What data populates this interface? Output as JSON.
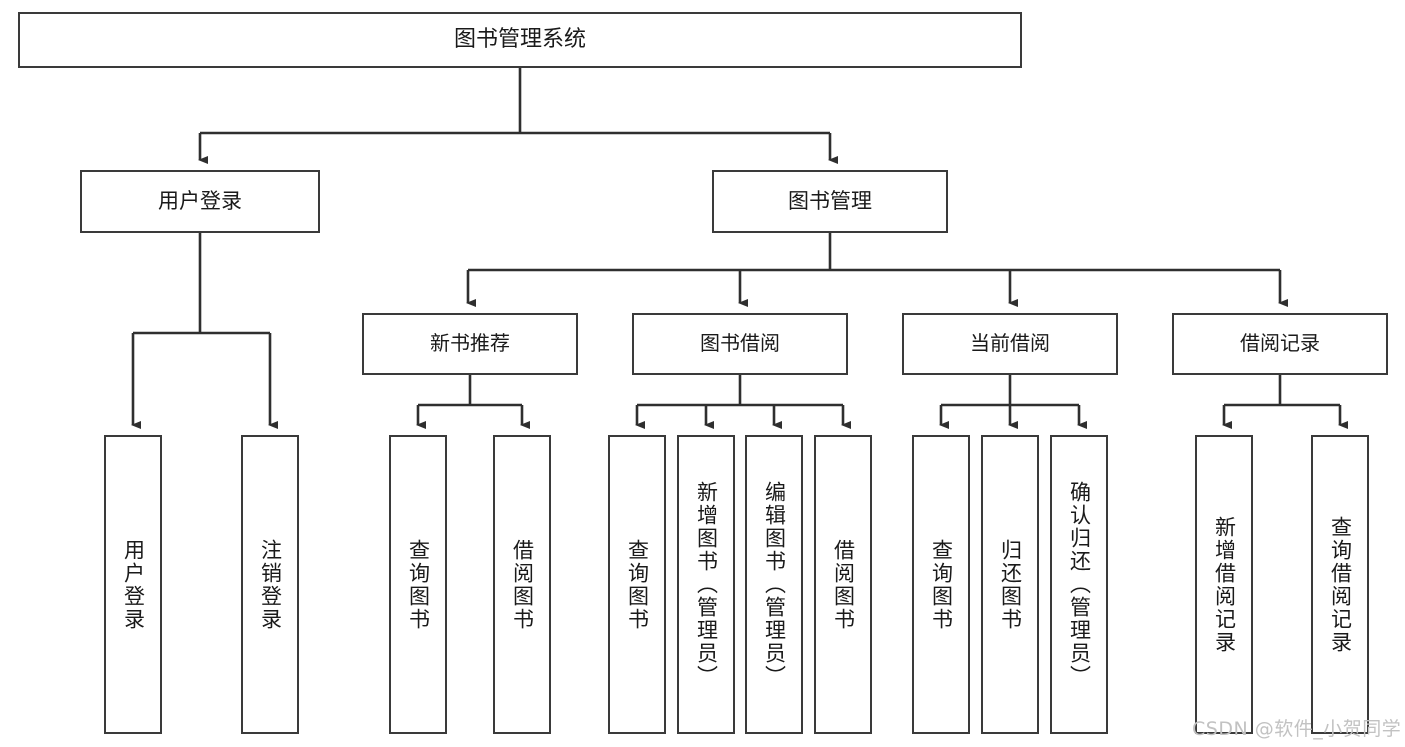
{
  "diagram": {
    "title": "图书管理系统",
    "watermark": "CSDN @软件_小贺同学",
    "colors": {
      "background": "#ffffff",
      "box_border": "#3a3a3a",
      "connector": "#2f2f2f",
      "text": "#1a1a1a",
      "watermark": "#c2c2c2"
    },
    "root": {
      "label": "图书管理系统"
    },
    "level2": [
      {
        "label": "用户登录"
      },
      {
        "label": "图书管理"
      }
    ],
    "level3": [
      {
        "label": "新书推荐"
      },
      {
        "label": "图书借阅"
      },
      {
        "label": "当前借阅"
      },
      {
        "label": "借阅记录"
      }
    ],
    "leaves": {
      "user_login": [
        {
          "label": "用户登录"
        },
        {
          "label": "注销登录"
        }
      ],
      "new_book_recommend": [
        {
          "label": "查询图书"
        },
        {
          "label": "借阅图书"
        }
      ],
      "book_borrow": [
        {
          "label": "查询图书"
        },
        {
          "label": "新增图书（管理员）"
        },
        {
          "label": "编辑图书（管理员）"
        },
        {
          "label": "借阅图书"
        }
      ],
      "current_borrow": [
        {
          "label": "查询图书"
        },
        {
          "label": "归还图书"
        },
        {
          "label": "确认归还（管理员）"
        }
      ],
      "borrow_record": [
        {
          "label": "新增借阅记录"
        },
        {
          "label": "查询借阅记录"
        }
      ]
    }
  }
}
